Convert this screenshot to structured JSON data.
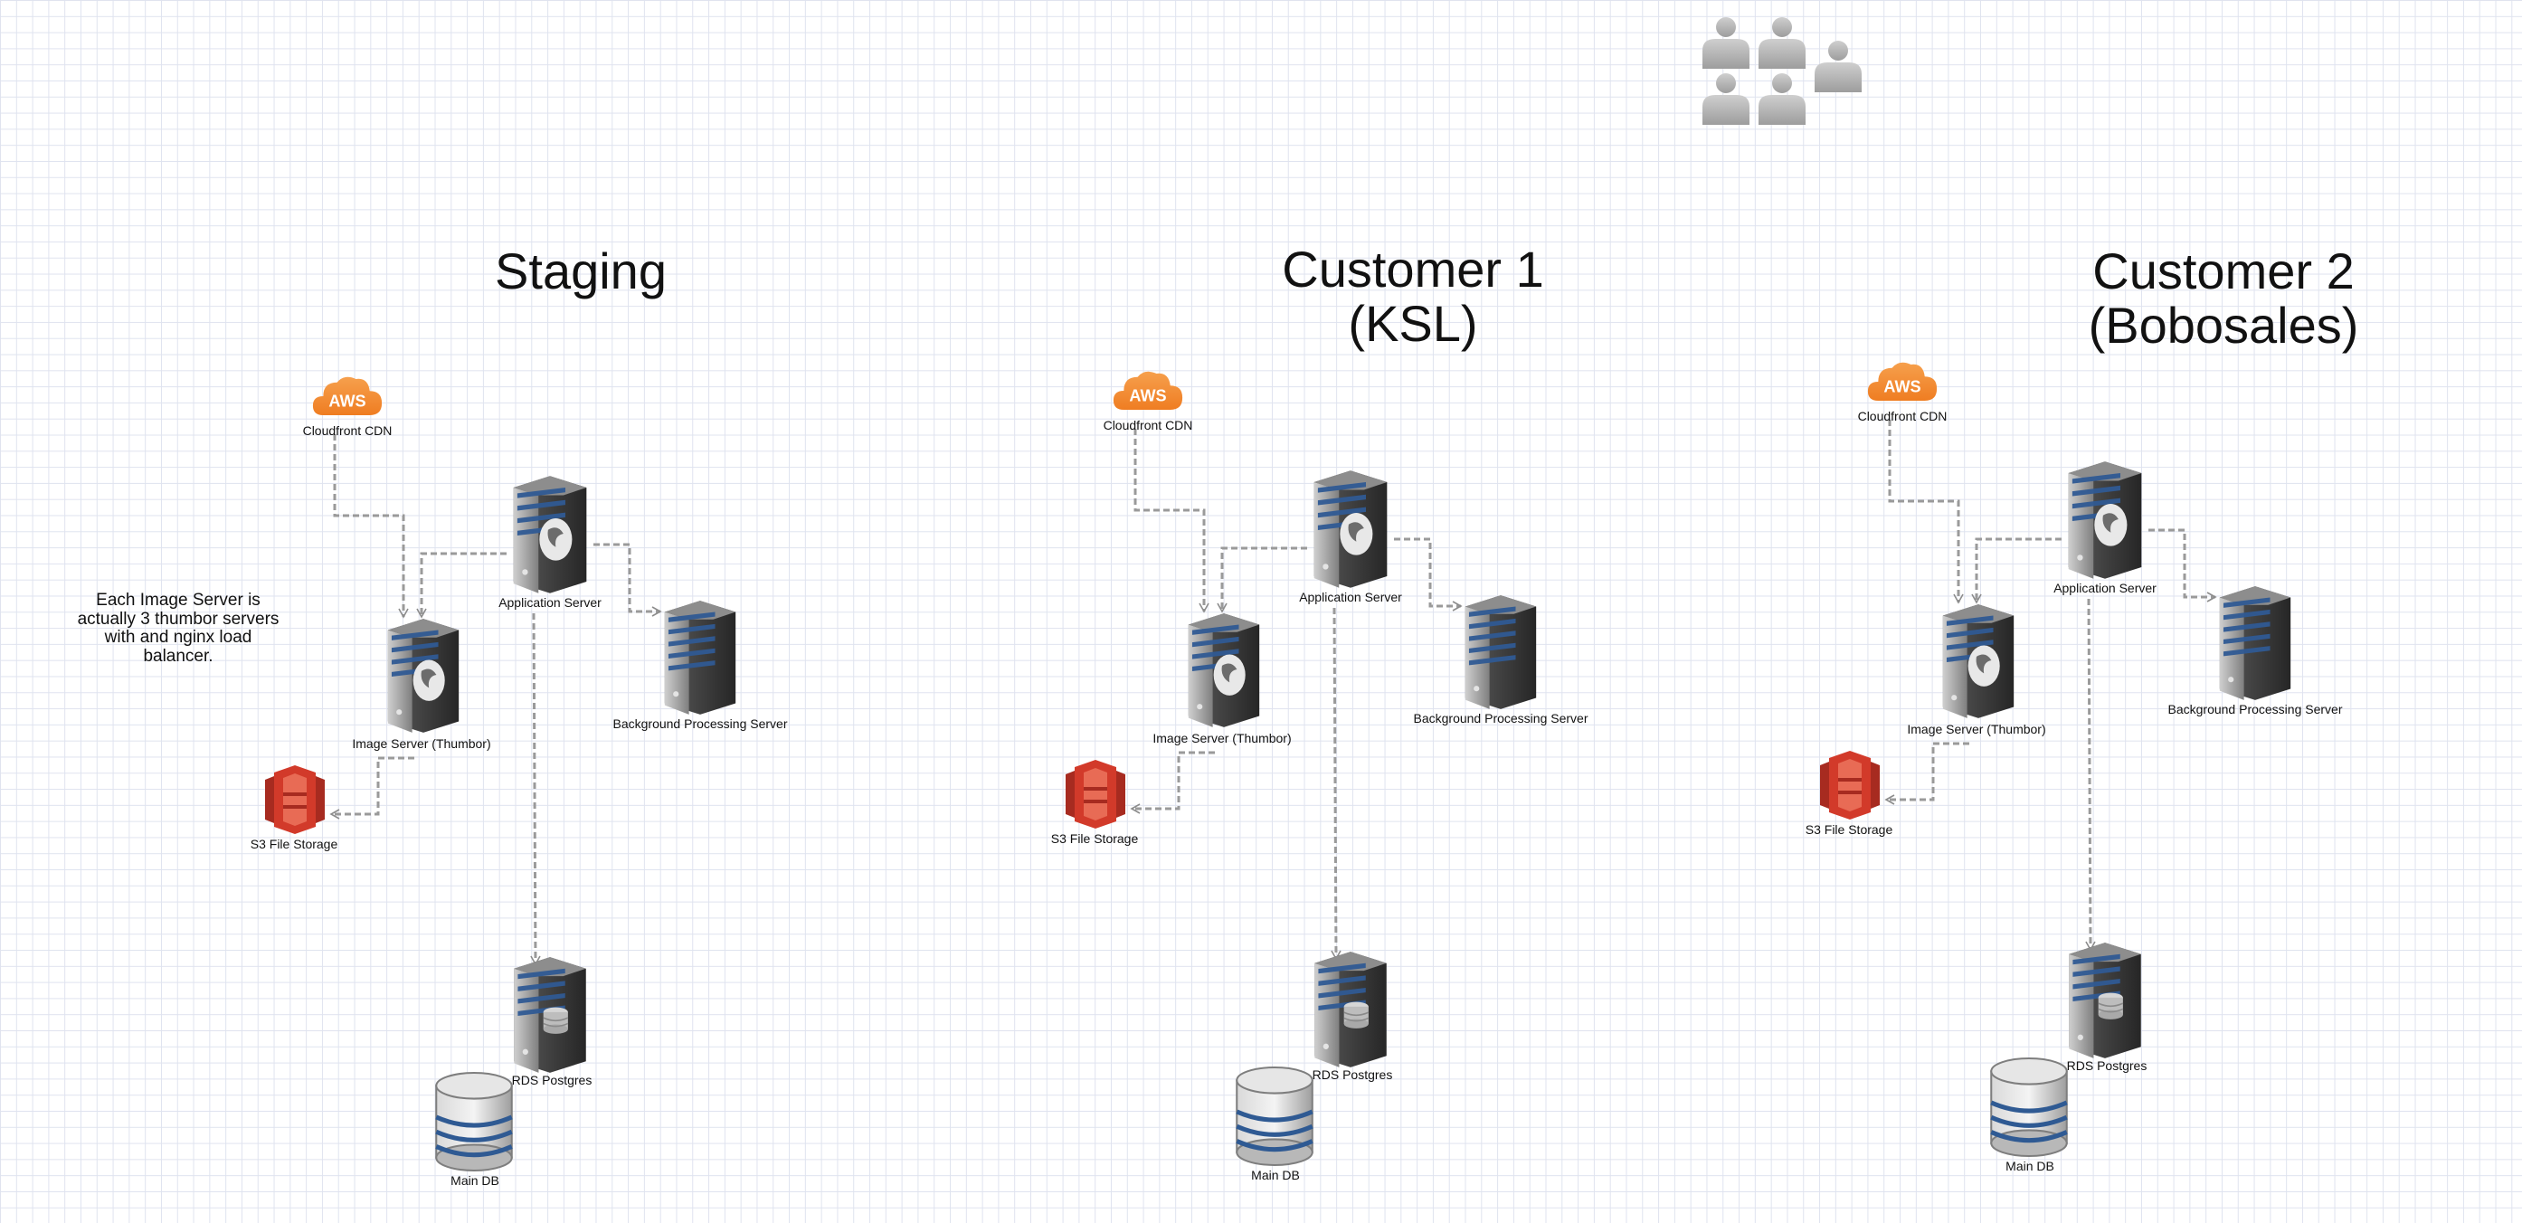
{
  "sections": [
    {
      "id": "staging",
      "title_lines": [
        "Staging"
      ],
      "nodes": {
        "cdn": "Cloudfront CDN",
        "app": "Application Server",
        "image": "Image Server (Thumbor)",
        "bg": "Background Processing Server",
        "s3": "S3 File Storage",
        "rds": "RDS Postgres",
        "db": "Main DB"
      }
    },
    {
      "id": "customer1",
      "title_lines": [
        "Customer 1",
        "(KSL)"
      ],
      "nodes": {
        "cdn": "Cloudfront CDN",
        "app": "Application Server",
        "image": "Image Server (Thumbor)",
        "bg": "Background Processing Server",
        "s3": "S3 File Storage",
        "rds": "RDS Postgres",
        "db": "Main DB"
      }
    },
    {
      "id": "customer2",
      "title_lines": [
        "Customer 2",
        "(Bobosales)"
      ],
      "nodes": {
        "cdn": "Cloudfront CDN",
        "app": "Application Server",
        "image": "Image Server (Thumbor)",
        "bg": "Background Processing Server",
        "s3": "S3 File Storage",
        "rds": "RDS Postgres",
        "db": "Main DB"
      }
    }
  ],
  "icons": {
    "cdn": "aws-cloud-icon",
    "app": "application-server-icon",
    "image": "image-server-icon",
    "bg": "background-server-icon",
    "s3": "s3-bucket-icon",
    "rds": "rds-server-icon",
    "db": "database-cylinder-icon",
    "people": "users-group-icon"
  },
  "aws_badge": "AWS",
  "note_lines": [
    "Each Image Server is",
    "actually 3 thumbor servers",
    "with and nginx load",
    "balancer."
  ],
  "colors": {
    "aws_orange": "#ef7d22",
    "s3_red": "#d23a2a",
    "server_dark": "#3a3a3a",
    "server_stripe": "#2f5a93",
    "connector": "#9a9a9a",
    "grid": "#dfe3ef"
  }
}
